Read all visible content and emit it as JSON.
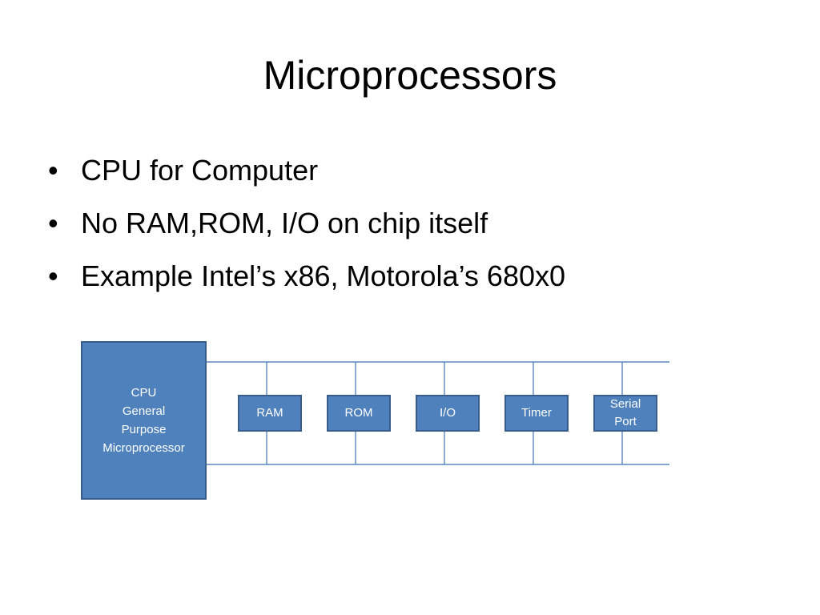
{
  "slide": {
    "title": "Microprocessors",
    "bullets": [
      "CPU for Computer",
      "No RAM,ROM, I/O on chip itself",
      "Example Intel’s x86, Motorola’s 680x0"
    ],
    "bullet_symbol": "•"
  },
  "diagram": {
    "cpu_lines": [
      "CPU",
      "General",
      "Purpose",
      "Microprocessor"
    ],
    "components": [
      {
        "lines": [
          "RAM"
        ]
      },
      {
        "lines": [
          "ROM"
        ]
      },
      {
        "lines": [
          "I/O"
        ]
      },
      {
        "lines": [
          "Timer"
        ]
      },
      {
        "lines": [
          "Serial",
          "Port"
        ]
      }
    ],
    "colors": {
      "box_fill": "#4f81bd",
      "box_border": "#385d8a",
      "bus_line": "#5b86c2",
      "box_text": "#ffffff"
    }
  }
}
